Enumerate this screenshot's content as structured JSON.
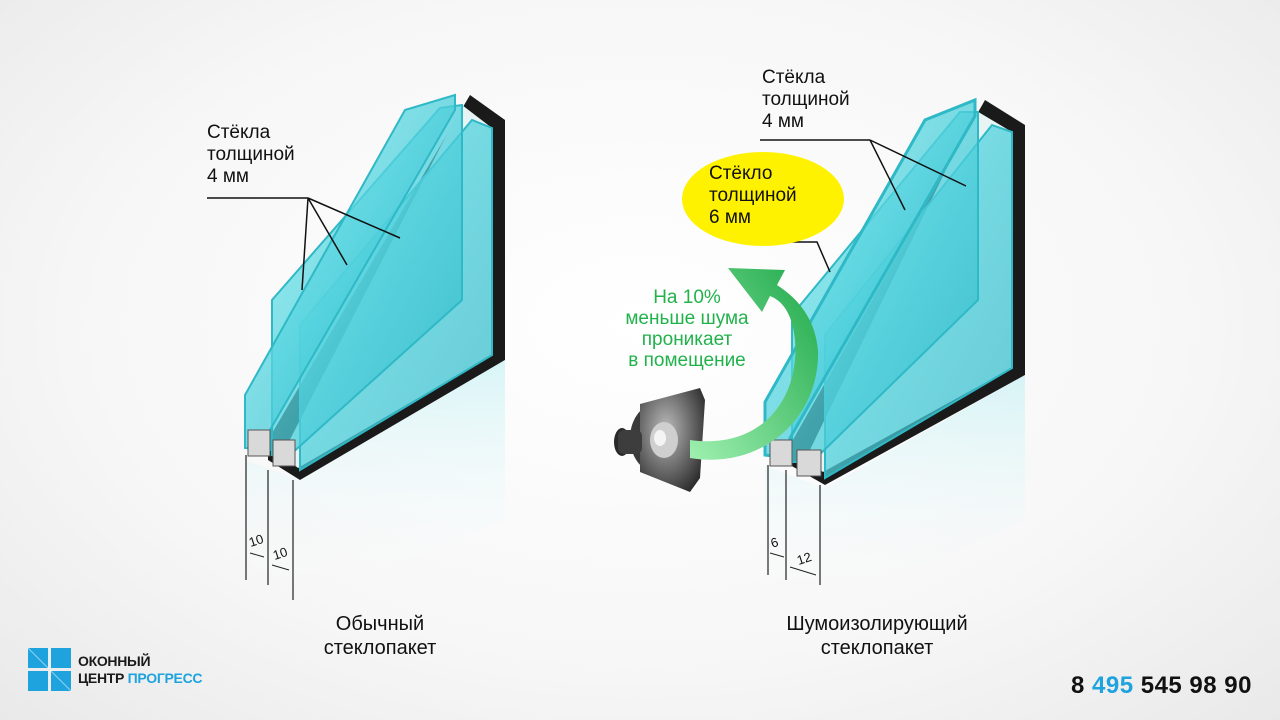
{
  "left_unit": {
    "glass_label": [
      "Стёкла",
      "толщиной",
      "4 мм"
    ],
    "caption": [
      "Обычный",
      "стеклопакет"
    ],
    "gap_dims": [
      "10",
      "10"
    ]
  },
  "right_unit": {
    "glass_label": [
      "Стёкла",
      "толщиной",
      "4 мм"
    ],
    "thick_glass_label": [
      "Стёкло",
      "толщиной",
      "6 мм"
    ],
    "caption": [
      "Шумоизолирующий",
      "стеклопакет"
    ],
    "gap_dims": [
      "6",
      "12"
    ]
  },
  "noise_note": [
    "На 10%",
    "меньше шума",
    "проникает",
    "в помещение"
  ],
  "icons": [
    "speaker-icon",
    "curved-arrow-icon"
  ],
  "logo": {
    "line1": "ОКОННЫЙ",
    "line2a": "ЦЕНТР",
    "line2b": "ПРОГРЕСС"
  },
  "phone": {
    "prefix": "8",
    "code": "495",
    "number": "545 98 90"
  },
  "colors": {
    "glass": "#5fd8e0",
    "glass_edge": "#2fb9c6",
    "accent_blue": "#1fa3de",
    "bubble": "#fff200",
    "arrow_green": "#22b24c"
  }
}
